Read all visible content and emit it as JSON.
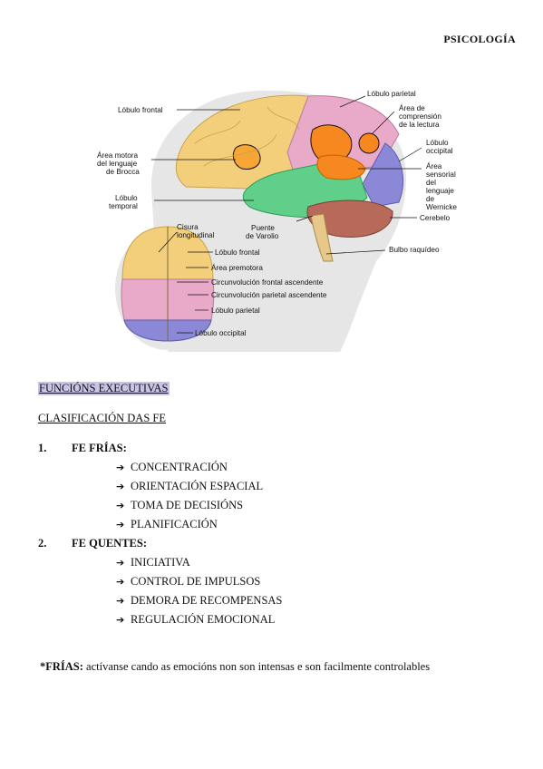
{
  "header": {
    "subject": "PSICOLOGÍA"
  },
  "figure": {
    "labels": {
      "frontal": "Lóbulo frontal",
      "parietal": "Lóbulo parietal",
      "comprension1": "Área de",
      "comprension2": "comprensión",
      "comprension3": "de la lectura",
      "broca1": "Área motora",
      "broca2": "del lenguaje",
      "broca3": "de Brocca",
      "occipital1": "Lóbulo",
      "occipital2": "occipital",
      "wernicke1": "Área",
      "wernicke2": "sensorial",
      "wernicke3": "del",
      "wernicke4": "lenguaje",
      "wernicke5": "de",
      "wernicke6": "Wernicke",
      "temporal1": "Lóbulo",
      "temporal2": "temporal",
      "cerebelo": "Cerebelo",
      "cisura1": "Cisura",
      "cisura2": "longitudinal",
      "varolio1": "Puente",
      "varolio2": "de Varolio",
      "bulbo": "Bulbo raquídeo",
      "top_frontal": "Lóbulo frontal",
      "premotora": "Área premotora",
      "frontal_asc": "Circunvolución frontal ascendente",
      "parietal_asc": "Circunvolución parietal ascendente",
      "top_parietal": "Lóbulo parietal",
      "top_occipital": "Lóbulo occipital"
    }
  },
  "section": {
    "title": "FUNCIÓNS EXECUTIVAS",
    "subtitle": "CLASIFICACIÓN DAS FE"
  },
  "categories": [
    {
      "num": "1.",
      "name": "FE FRÍAS:",
      "items": [
        "CONCENTRACIÓN",
        "ORIENTACIÓN ESPACIAL",
        "TOMA DE DECISIÓNS",
        "PLANIFICACIÓN"
      ]
    },
    {
      "num": "2.",
      "name": "FE QUENTES:",
      "items": [
        "INICIATIVA",
        "CONTROL DE IMPULSOS",
        "DEMORA DE RECOMPENSAS",
        "REGULACIÓN EMOCIONAL"
      ]
    }
  ],
  "arrow_glyph": "➔",
  "note": {
    "bold": "*FRÍAS:",
    "text": " actívanse cando as emocións non son intensas e son facilmente controlables"
  },
  "colors": {
    "frontal": "#f3cf7c",
    "parietal": "#e9a9c9",
    "occipital": "#8b88d8",
    "temporal": "#5fcf8a",
    "wernicke": "#f7871f",
    "cerebelo": "#b86a5a",
    "highlight": "#c9c4e6"
  }
}
